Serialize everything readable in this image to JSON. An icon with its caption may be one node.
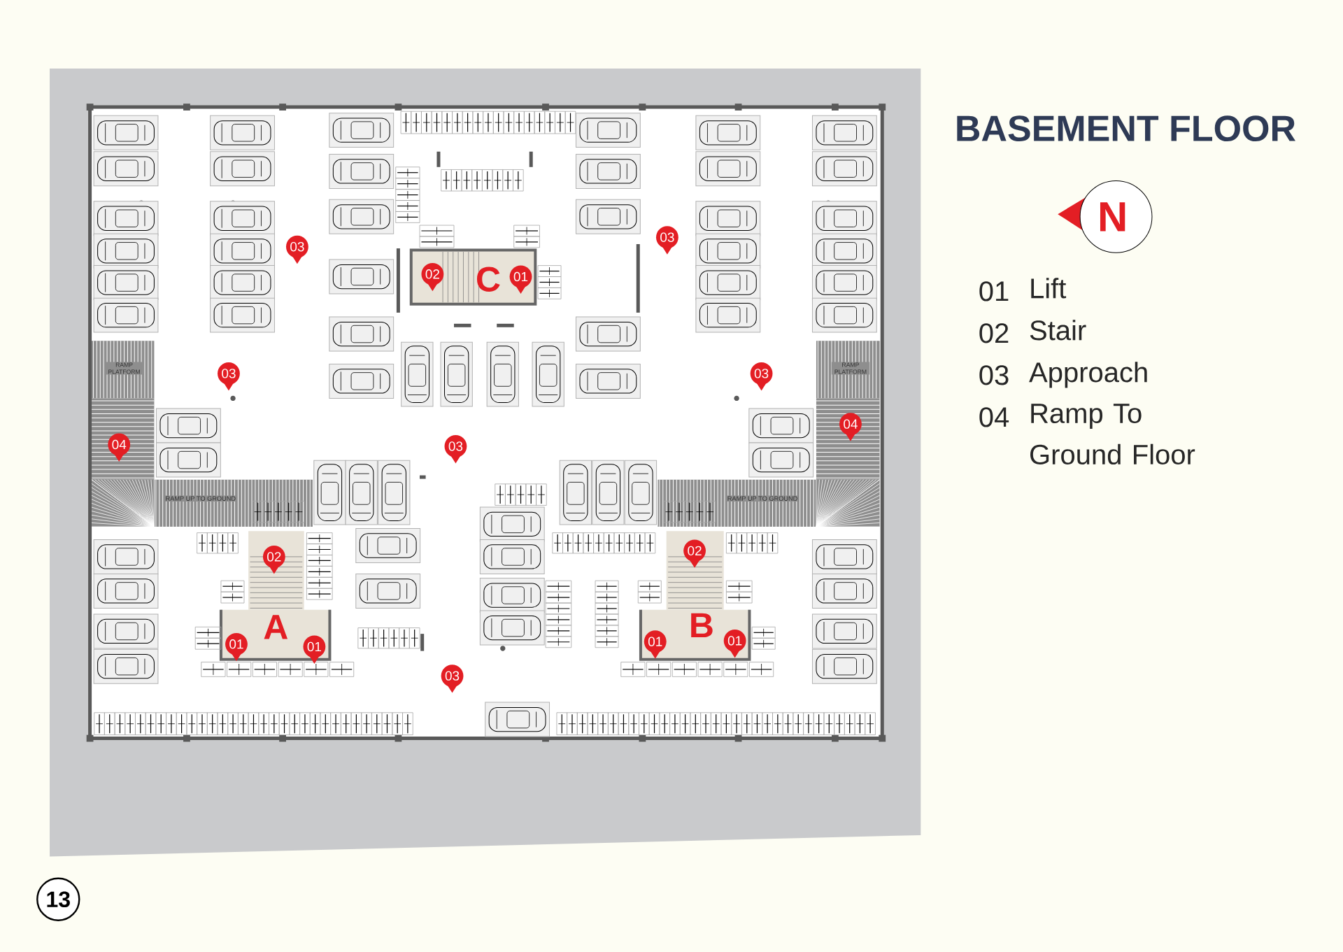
{
  "diagram": {
    "title": "BASEMENT FLOOR",
    "labels": [
      "03",
      "02",
      "C",
      "01",
      "03",
      "RAMP PLATFORM",
      "03",
      "03",
      "RAMP PLATFORM",
      "04",
      "04",
      "03",
      "RAMP UP TO GROUND",
      "RAMP UP TO GROUND",
      "02",
      "02",
      "B",
      "A",
      "01",
      "01",
      "01",
      "01",
      "03",
      "N",
      "01",
      "Lift",
      "02",
      "Stair",
      "03",
      "Approach",
      "04",
      "Ramp To Ground Floor",
      "13"
    ]
  }
}
